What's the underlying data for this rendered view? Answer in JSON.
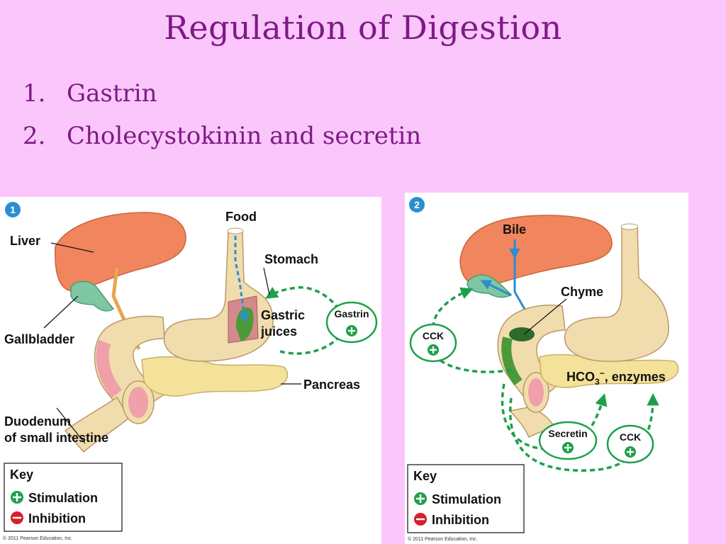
{
  "slide": {
    "title": "Regulation of Digestion",
    "bullets": [
      {
        "number": "1.",
        "text": "Gastrin"
      },
      {
        "number": "2.",
        "text": "Cholecystokinin and secretin"
      }
    ]
  },
  "panel1": {
    "step": "1",
    "labels": {
      "liver": "Liver",
      "food": "Food",
      "stomach": "Stomach",
      "gastric_line1": "Gastric",
      "gastric_line2": "juices",
      "gastrin": "Gastrin",
      "gallbladder": "Gallbladder",
      "pancreas": "Pancreas",
      "duodenum_line1": "Duodenum",
      "duodenum_line2": "of small intestine"
    },
    "key": {
      "title": "Key",
      "stimulation": "Stimulation",
      "inhibition": "Inhibition"
    },
    "copyright": "© 2011 Pearson Education, Inc."
  },
  "panel2": {
    "step": "2",
    "labels": {
      "bile": "Bile",
      "chyme": "Chyme",
      "cck_left": "CCK",
      "hco3_main": "HCO",
      "hco3_sub": "3",
      "hco3_sup": "−",
      "hco3_rest": ", enzymes",
      "secretin": "Secretin",
      "cck_right": "CCK"
    },
    "key": {
      "title": "Key",
      "stimulation": "Stimulation",
      "inhibition": "Inhibition"
    },
    "copyright": "© 2011 Pearson Education, Inc."
  },
  "colors": {
    "background": "#fbc6fb",
    "title_text": "#7d1a86",
    "hormone_green": "#1ea04b",
    "inhibition_red": "#d6202a",
    "step_badge": "#2a8fd0",
    "liver": "#f0855e",
    "gallbladder": "#7fc7a2",
    "gut": "#f1dcae",
    "pancreas": "#f4e29a"
  }
}
